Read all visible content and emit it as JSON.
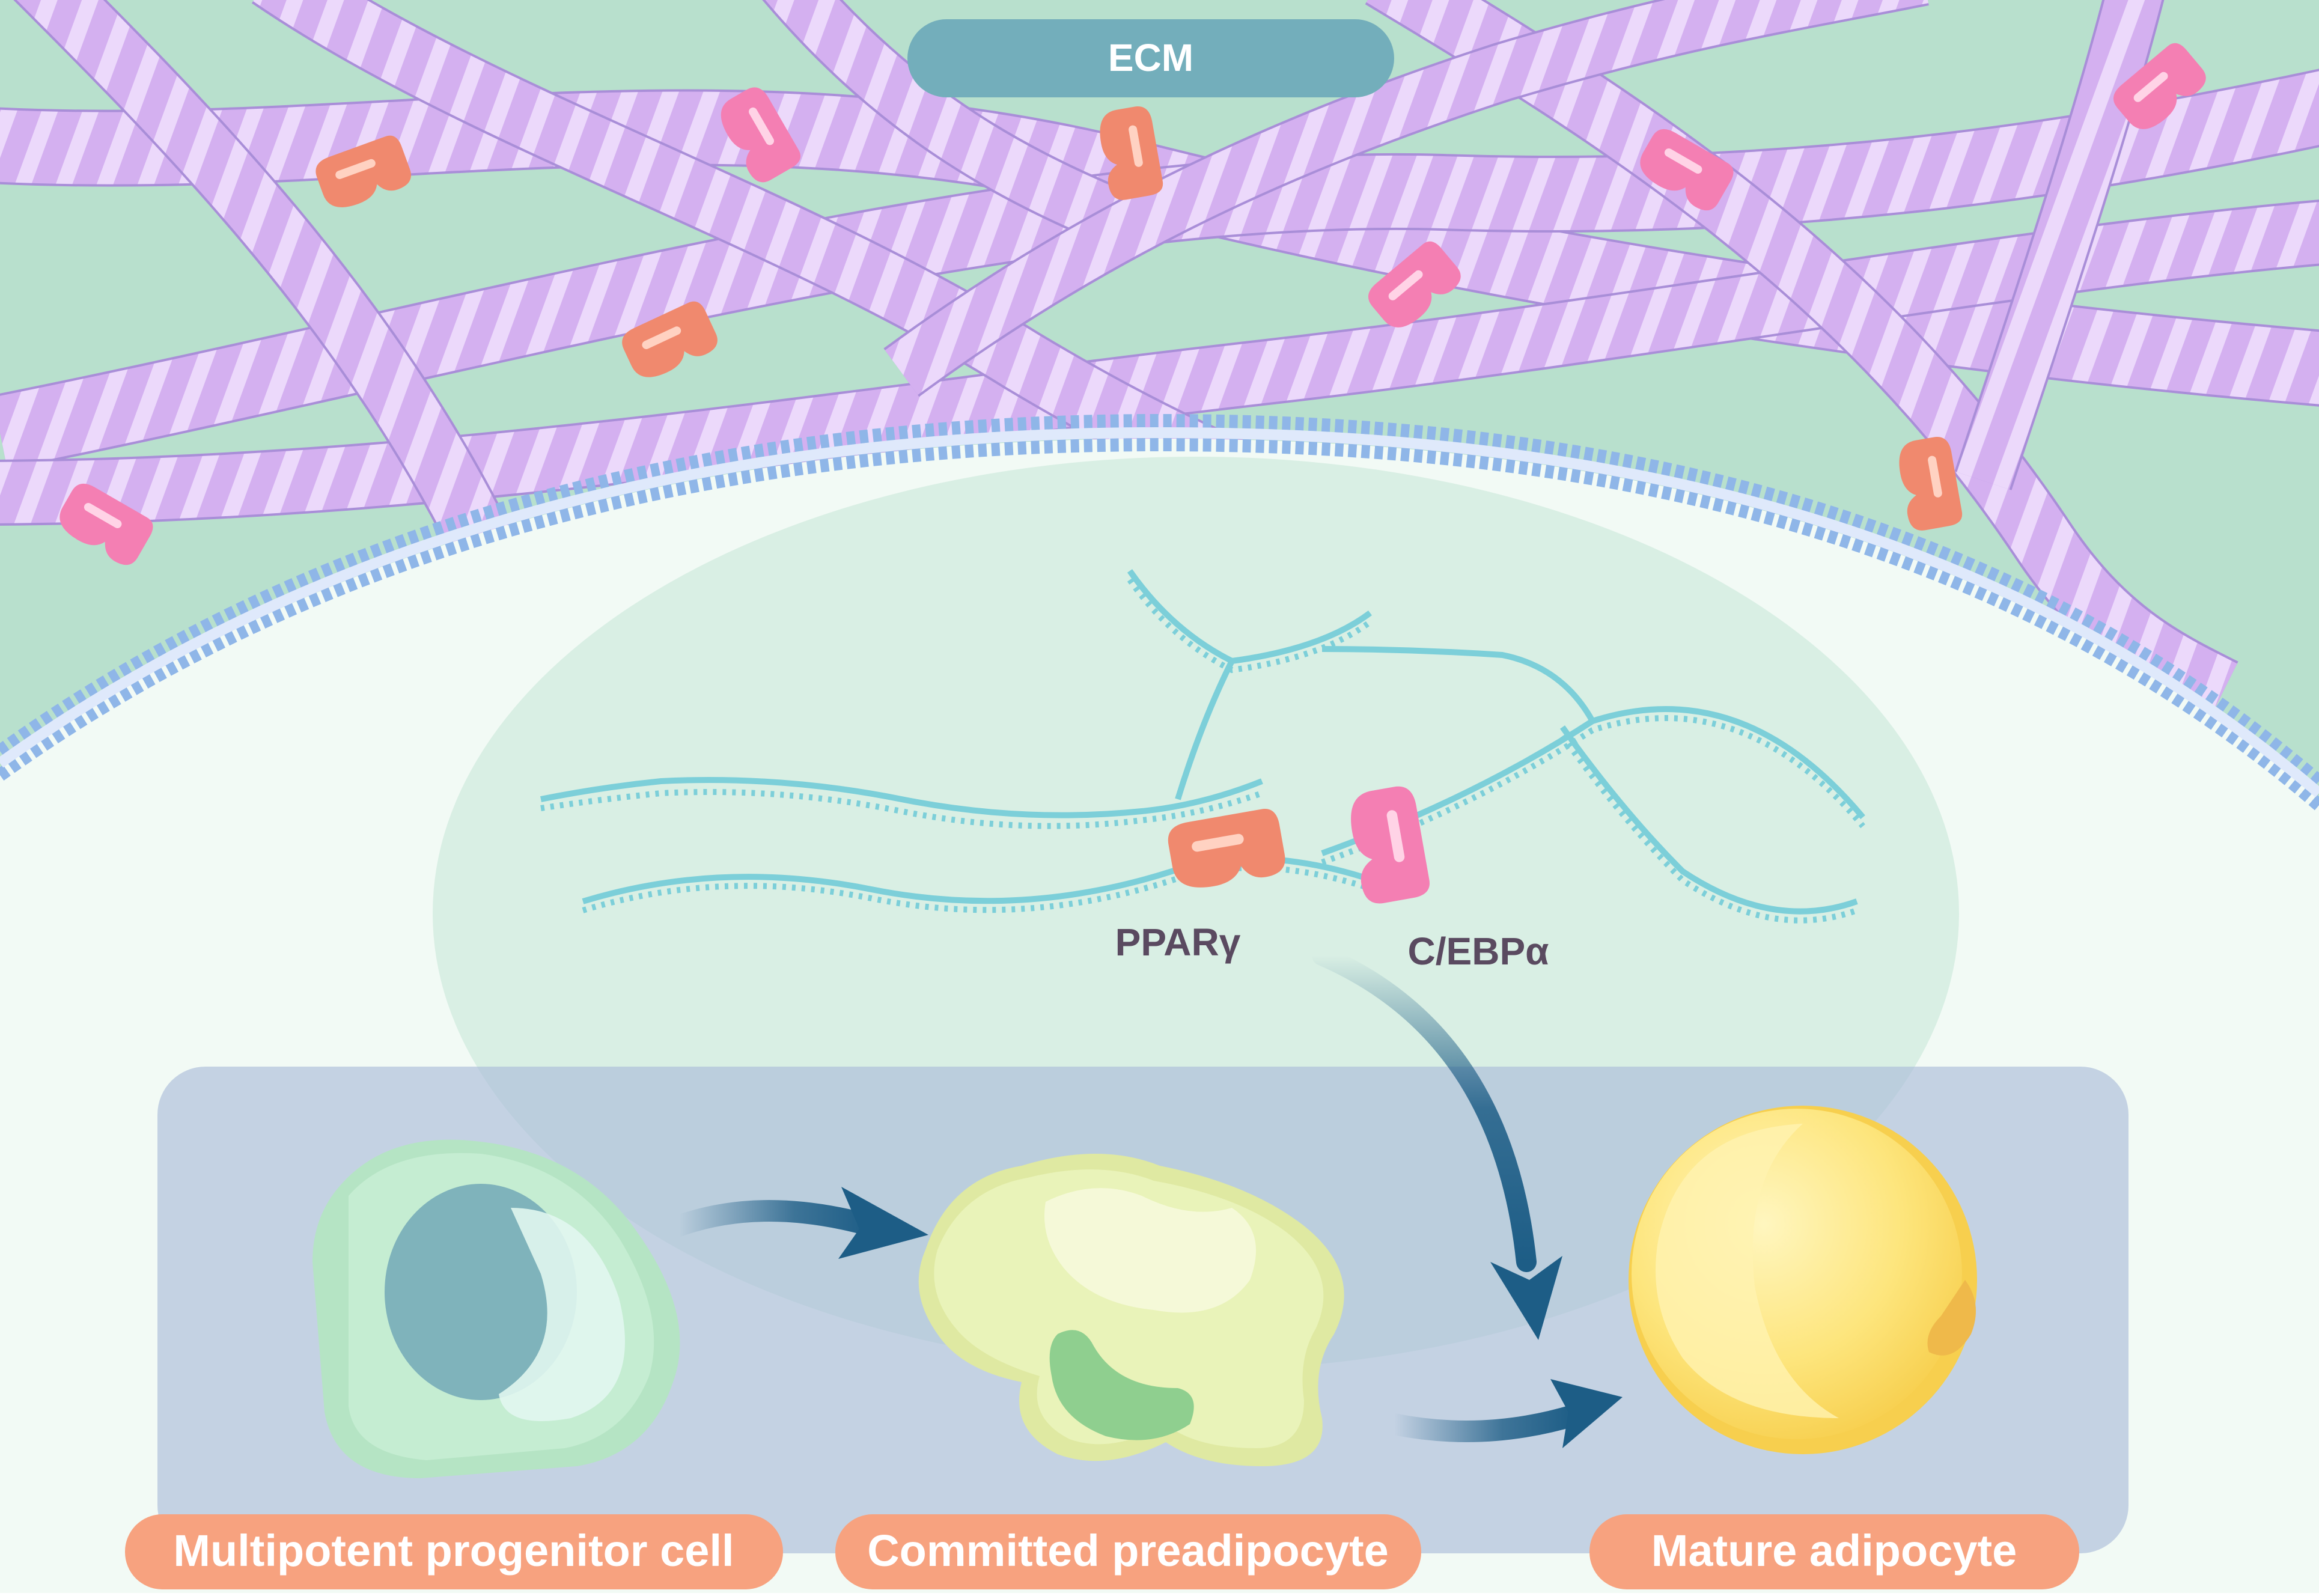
{
  "ecm_label": "ECM",
  "transcription_factors": {
    "pparg": "PPARγ",
    "cebpa": "C/EBPα"
  },
  "stages": [
    {
      "label": "Multipotent progenitor cell"
    },
    {
      "label": "Committed preadipocyte"
    },
    {
      "label": "Mature adipocyte"
    }
  ],
  "colors": {
    "ecm_background": "#b8e0cd",
    "collagen_fiber": "#d5b3f0",
    "collagen_stripe": "#ecdcfb",
    "membrane": "#8fb6e8",
    "cytoplasm": "#f2faf5",
    "nucleus": "#d6ede2",
    "dna": "#7ccfd9",
    "pparg_protein": "#f0896e",
    "cebpa_protein": "#f47fb3",
    "ecm_pill": "#73aebb",
    "stage_label_bg": "#f7a27f",
    "differentiation_panel": "#a8b9d8",
    "arrow": "#1d5d86",
    "progenitor_cell": "#b5e4c4",
    "preadipocyte": "#e5efb6",
    "adipocyte": "#fde57c"
  }
}
